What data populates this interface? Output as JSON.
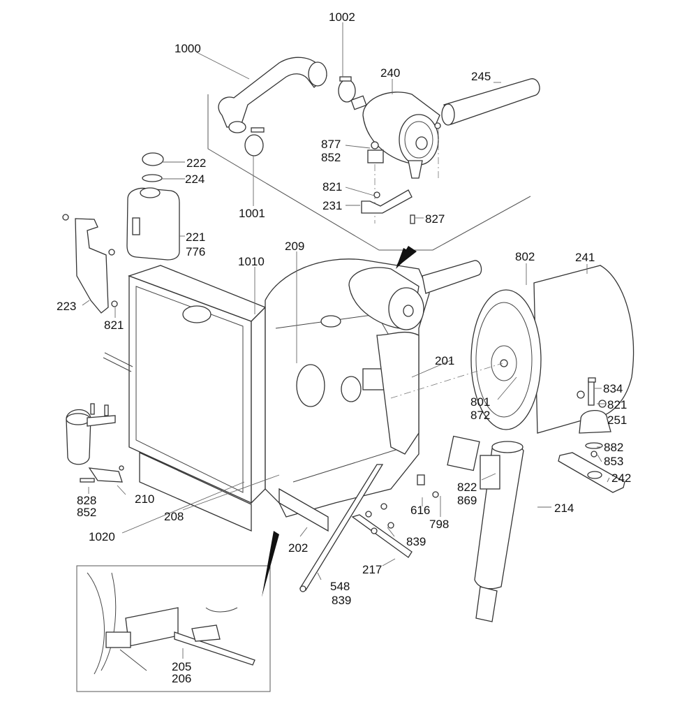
{
  "diagram": {
    "title": "Engine assembly exploded parts view",
    "callouts": [
      {
        "id": "c1000",
        "lines": [
          "1000"
        ]
      },
      {
        "id": "c1002",
        "lines": [
          "1002"
        ]
      },
      {
        "id": "c240",
        "lines": [
          "240"
        ]
      },
      {
        "id": "c245",
        "lines": [
          "245"
        ]
      },
      {
        "id": "c877",
        "lines": [
          "877",
          "852"
        ]
      },
      {
        "id": "c222",
        "lines": [
          "222"
        ]
      },
      {
        "id": "c224",
        "lines": [
          "224"
        ]
      },
      {
        "id": "c821a",
        "lines": [
          "821"
        ]
      },
      {
        "id": "c231",
        "lines": [
          "231"
        ]
      },
      {
        "id": "c827",
        "lines": [
          "827"
        ]
      },
      {
        "id": "c1001",
        "lines": [
          "1001"
        ]
      },
      {
        "id": "c221",
        "lines": [
          "221",
          "776"
        ]
      },
      {
        "id": "c1010",
        "lines": [
          "1010"
        ]
      },
      {
        "id": "c209",
        "lines": [
          "209"
        ]
      },
      {
        "id": "c802",
        "lines": [
          "802"
        ]
      },
      {
        "id": "c241",
        "lines": [
          "241"
        ]
      },
      {
        "id": "c223",
        "lines": [
          "223"
        ]
      },
      {
        "id": "c821b",
        "lines": [
          "821"
        ]
      },
      {
        "id": "c201",
        "lines": [
          "201"
        ]
      },
      {
        "id": "c834",
        "lines": [
          "834"
        ]
      },
      {
        "id": "c801",
        "lines": [
          "801",
          "872"
        ]
      },
      {
        "id": "c821c",
        "lines": [
          "821"
        ]
      },
      {
        "id": "c251",
        "lines": [
          "251"
        ]
      },
      {
        "id": "c882",
        "lines": [
          "882"
        ]
      },
      {
        "id": "c853",
        "lines": [
          "853"
        ]
      },
      {
        "id": "c242",
        "lines": [
          "242"
        ]
      },
      {
        "id": "c822",
        "lines": [
          "822",
          "869"
        ]
      },
      {
        "id": "c828",
        "lines": [
          "828",
          "852"
        ]
      },
      {
        "id": "c210",
        "lines": [
          "210"
        ]
      },
      {
        "id": "c208",
        "lines": [
          "208"
        ]
      },
      {
        "id": "c616",
        "lines": [
          "616"
        ]
      },
      {
        "id": "c798",
        "lines": [
          "798"
        ]
      },
      {
        "id": "c214",
        "lines": [
          "214"
        ]
      },
      {
        "id": "c1020",
        "lines": [
          "1020"
        ]
      },
      {
        "id": "c202",
        "lines": [
          "202"
        ]
      },
      {
        "id": "c839",
        "lines": [
          "839"
        ]
      },
      {
        "id": "c217",
        "lines": [
          "217"
        ]
      },
      {
        "id": "c548",
        "lines": [
          "548",
          "839"
        ]
      },
      {
        "id": "c205",
        "lines": [
          "205",
          "206"
        ]
      }
    ]
  }
}
